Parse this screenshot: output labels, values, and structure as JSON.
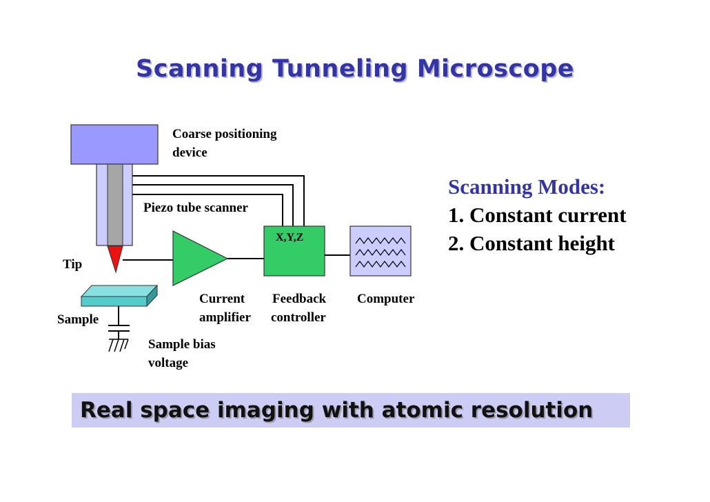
{
  "title": "Scanning Tunneling Microscope",
  "labels": {
    "coarse_line1": "Coarse positioning",
    "coarse_line2": "device",
    "piezo": "Piezo tube scanner",
    "tip": "Tip",
    "sample": "Sample",
    "bias_line1": "Sample bias",
    "bias_line2": "voltage",
    "amp_line1": "Current",
    "amp_line2": "amplifier",
    "feedback_line1": "Feedback",
    "feedback_line2": "controller",
    "computer": "Computer",
    "xyz": "X,Y,Z"
  },
  "modes": {
    "heading": "Scanning Modes:",
    "items": [
      "1. Constant current",
      "2. Constant height"
    ]
  },
  "banner": "Real space imaging with atomic resolution",
  "colors": {
    "title": "#3333aa",
    "coarse_block": "#9999ff",
    "piezo_tube": "#ccccff",
    "tip": "#ee1111",
    "sample": "#55cccc",
    "amplifier": "#33cc66",
    "feedback": "#33cc66",
    "computer": "#ccccff",
    "banner_bg": "#ccccf5"
  }
}
